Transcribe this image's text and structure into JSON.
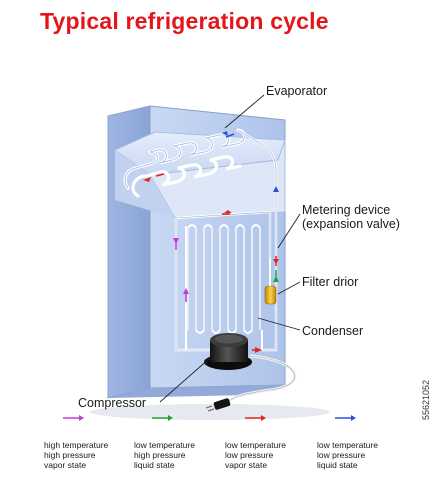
{
  "title": "Typical refrigeration cycle",
  "labels": {
    "evaporator": "Evaporator",
    "metering_device": [
      "Metering device",
      "(expansion valve)"
    ],
    "filter_drior": "Filter drior",
    "condenser": "Condenser",
    "compressor": "Compressor"
  },
  "legend": [
    {
      "color": "#c23bd8",
      "lines": [
        "high temperature",
        "high pressure",
        "vapor state"
      ]
    },
    {
      "color": "#23a233",
      "lines": [
        "low temperature",
        "high pressure",
        "liquid state"
      ]
    },
    {
      "color": "#e3261b",
      "lines": [
        "low temperature",
        "low pressure",
        "vapor state"
      ]
    },
    {
      "color": "#2f4fe0",
      "lines": [
        "low temperature",
        "low pressure",
        "liquid state"
      ]
    }
  ],
  "sidebar_id": "55621052"
}
